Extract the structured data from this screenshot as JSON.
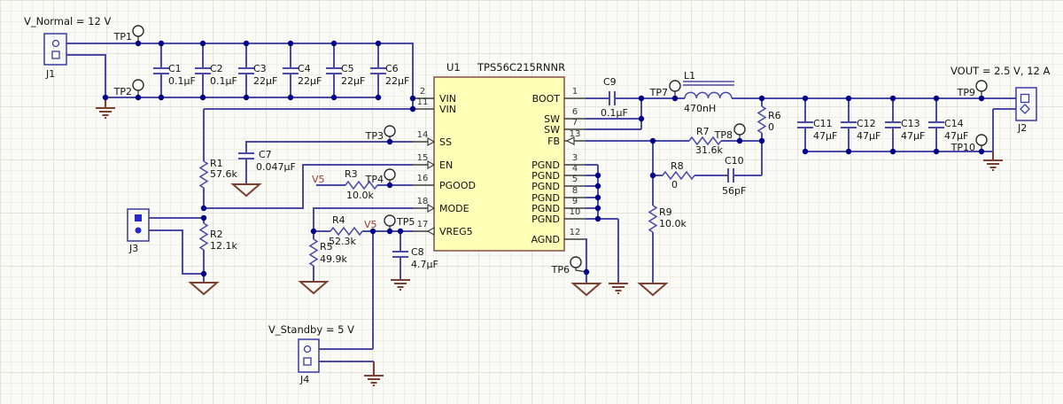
{
  "power_labels": {
    "v_normal": "V_Normal = 12 V",
    "v_standby": "V_Standby = 5 V",
    "vout": "VOUT = 2.5 V, 12 A"
  },
  "net_labels": {
    "v5": "V5"
  },
  "ic": {
    "ref": "U1",
    "part": "TPS56C215RNNR",
    "pins_left": [
      {
        "num": "2",
        "name": "VIN"
      },
      {
        "num": "11",
        "name": "VIN"
      },
      {
        "num": "14",
        "name": "SS"
      },
      {
        "num": "15",
        "name": "EN"
      },
      {
        "num": "16",
        "name": "PGOOD"
      },
      {
        "num": "18",
        "name": "MODE"
      },
      {
        "num": "17",
        "name": "VREG5"
      }
    ],
    "pins_right": [
      {
        "num": "1",
        "name": "BOOT"
      },
      {
        "num": "6",
        "name": "SW"
      },
      {
        "num": "7",
        "name": "SW"
      },
      {
        "num": "13",
        "name": "FB"
      },
      {
        "num": "3",
        "name": "PGND"
      },
      {
        "num": "4",
        "name": "PGND"
      },
      {
        "num": "5",
        "name": "PGND"
      },
      {
        "num": "8",
        "name": "PGND"
      },
      {
        "num": "9",
        "name": "PGND"
      },
      {
        "num": "10",
        "name": "PGND"
      },
      {
        "num": "12",
        "name": "AGND"
      }
    ]
  },
  "capacitors": [
    {
      "ref": "C1",
      "value": "0.1µF"
    },
    {
      "ref": "C2",
      "value": "0.1µF"
    },
    {
      "ref": "C3",
      "value": "22µF"
    },
    {
      "ref": "C4",
      "value": "22µF"
    },
    {
      "ref": "C5",
      "value": "22µF"
    },
    {
      "ref": "C6",
      "value": "22µF"
    },
    {
      "ref": "C7",
      "value": "0.047µF"
    },
    {
      "ref": "C8",
      "value": "4.7µF"
    },
    {
      "ref": "C9",
      "value": "0.1µF"
    },
    {
      "ref": "C10",
      "value": "56pF"
    },
    {
      "ref": "C11",
      "value": "47µF"
    },
    {
      "ref": "C12",
      "value": "47µF"
    },
    {
      "ref": "C13",
      "value": "47µF"
    },
    {
      "ref": "C14",
      "value": "47µF"
    }
  ],
  "resistors": [
    {
      "ref": "R1",
      "value": "57.6k"
    },
    {
      "ref": "R2",
      "value": "12.1k"
    },
    {
      "ref": "R3",
      "value": "10.0k"
    },
    {
      "ref": "R4",
      "value": "52.3k"
    },
    {
      "ref": "R5",
      "value": "49.9k"
    },
    {
      "ref": "R6",
      "value": "0"
    },
    {
      "ref": "R7",
      "value": "31.6k"
    },
    {
      "ref": "R8",
      "value": "0"
    },
    {
      "ref": "R9",
      "value": "10.0k"
    }
  ],
  "inductor": {
    "ref": "L1",
    "value": "470nH"
  },
  "connectors": [
    {
      "ref": "J1"
    },
    {
      "ref": "J2"
    },
    {
      "ref": "J3"
    },
    {
      "ref": "J4"
    }
  ],
  "test_points": [
    {
      "ref": "TP1"
    },
    {
      "ref": "TP2"
    },
    {
      "ref": "TP3"
    },
    {
      "ref": "TP4"
    },
    {
      "ref": "TP5"
    },
    {
      "ref": "TP6"
    },
    {
      "ref": "TP7"
    },
    {
      "ref": "TP8"
    },
    {
      "ref": "TP9"
    },
    {
      "ref": "TP10"
    }
  ],
  "colors": {
    "wire": "#4A4AA8",
    "junction": "#00008B",
    "ground": "#7C4030",
    "ic_fill": "#FFFFB8",
    "ic_border": "#8C5A50",
    "net_label": "#9C3A32"
  }
}
